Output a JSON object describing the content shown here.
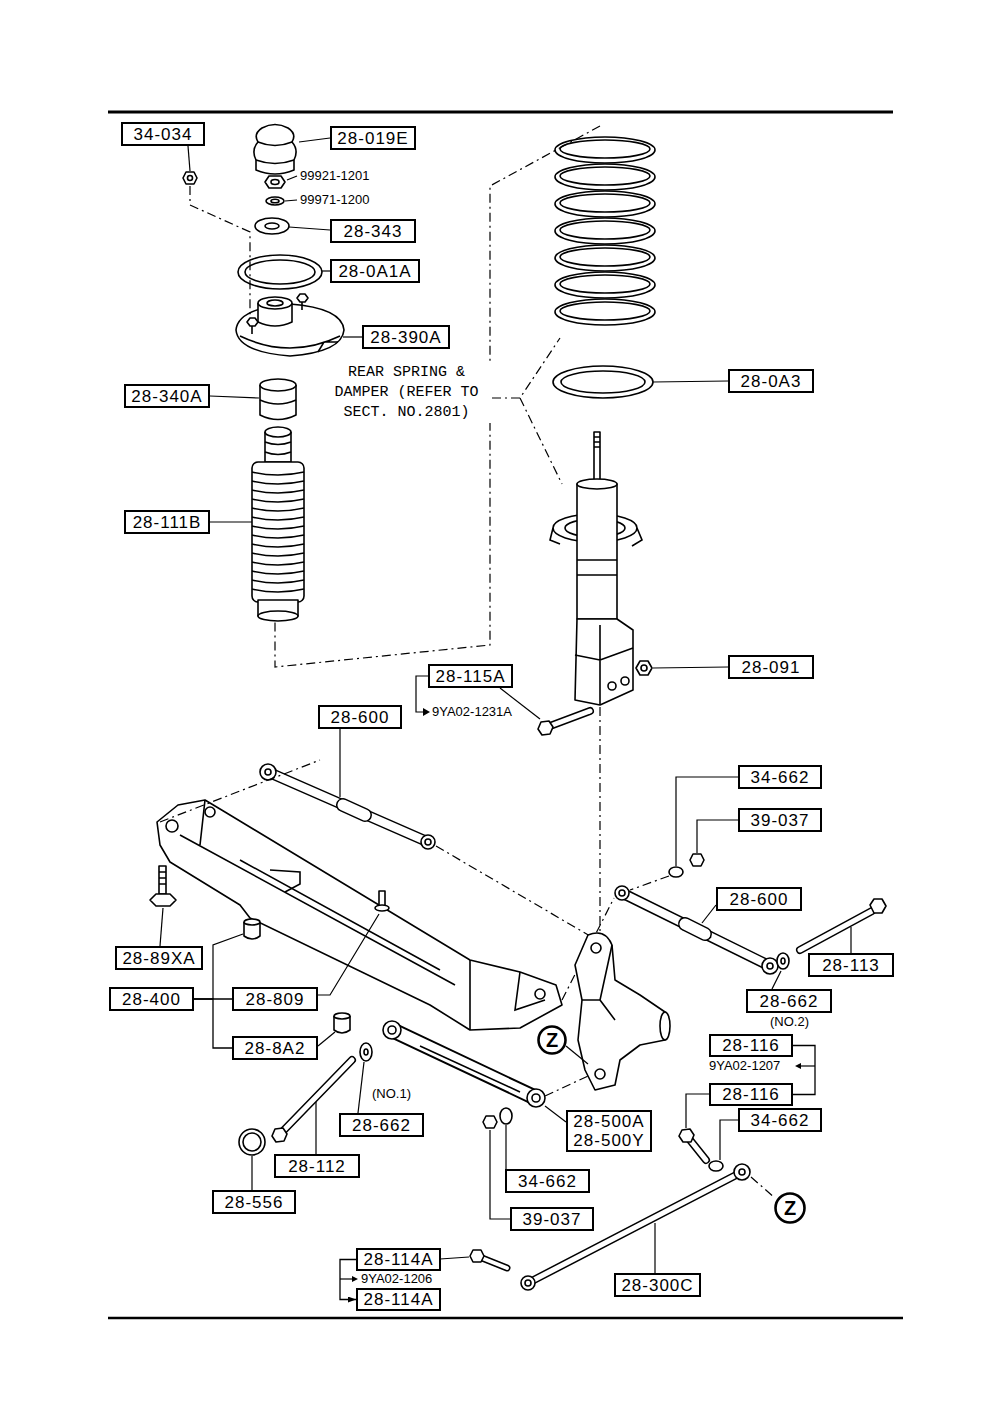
{
  "diagram": {
    "nodes": [
      {
        "text": [
          "34-034"
        ]
      },
      {
        "text": [
          "28-019E"
        ]
      },
      {
        "text": [
          "28-343"
        ]
      },
      {
        "text": [
          "28-0A1A"
        ]
      },
      {
        "text": [
          "28-390A"
        ]
      },
      {
        "text": [
          "28-0A3"
        ]
      },
      {
        "text": [
          "28-340A"
        ]
      },
      {
        "text": [
          "28-111B"
        ]
      },
      {
        "text": [
          "28-091"
        ]
      },
      {
        "text": [
          "28-115A"
        ]
      },
      {
        "text": [
          "28-600"
        ]
      },
      {
        "text": [
          "34-662"
        ]
      },
      {
        "text": [
          "39-037"
        ]
      },
      {
        "text": [
          "28-600"
        ]
      },
      {
        "text": [
          "28-89XA"
        ]
      },
      {
        "text": [
          "28-113"
        ]
      },
      {
        "text": [
          "28-400"
        ]
      },
      {
        "text": [
          "28-809"
        ]
      },
      {
        "text": [
          "28-662"
        ]
      },
      {
        "text": [
          "Z"
        ]
      },
      {
        "text": [
          "28-116"
        ]
      },
      {
        "text": [
          "28-8A2"
        ]
      },
      {
        "text": [
          "28-116"
        ]
      },
      {
        "text": [
          "34-662"
        ]
      },
      {
        "text": [
          "28-500A",
          "28-500Y"
        ]
      },
      {
        "text": [
          "28-662"
        ]
      },
      {
        "text": [
          "28-112"
        ]
      },
      {
        "text": [
          "34-662"
        ]
      },
      {
        "text": [
          "28-556"
        ]
      },
      {
        "text": [
          "Z"
        ]
      },
      {
        "text": [
          "39-037"
        ]
      },
      {
        "text": [
          "28-114A"
        ]
      },
      {
        "text": [
          "28-300C"
        ]
      },
      {
        "text": [
          "28-114A"
        ]
      }
    ],
    "edges": [
      {
        "from": 16,
        "to": 17,
        "arrow": "none"
      },
      {
        "from": 16,
        "to": 21,
        "arrow": "none"
      },
      {
        "from": 20,
        "to": 22,
        "arrow": "none"
      },
      {
        "from": 31,
        "to": 33,
        "arrow": "to"
      }
    ],
    "labels": [
      "99921-1201",
      "99971-1200",
      "REAR SPRING & DAMPER (REFER TO SECT. NO.2801)",
      "9YA02-1231A",
      "(NO.2)",
      "9YA02-1207",
      "(NO.1)",
      "9YA02-1206"
    ]
  }
}
